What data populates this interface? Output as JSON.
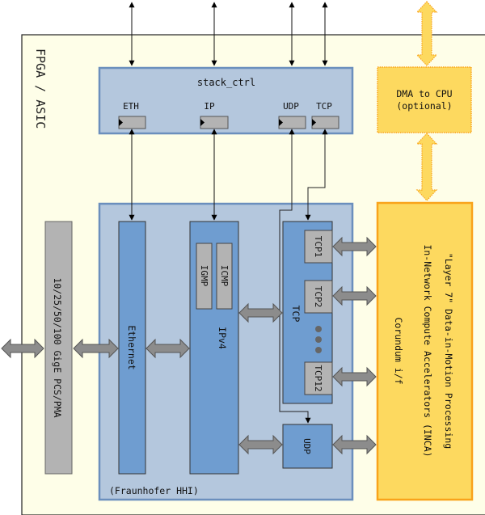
{
  "diagram": {
    "chip_label": "FPGA / ASIC",
    "stack_ctrl": {
      "title": "stack_ctrl",
      "ports": [
        "ETH",
        "IP",
        "UDP",
        "TCP"
      ]
    },
    "dma": {
      "line1": "DMA to CPU",
      "line2": "(optional)"
    },
    "pcs_pma": "10/25/50/100 GigE PCS/PMA",
    "stack": {
      "ethernet": "Ethernet",
      "ipv4": "IPv4",
      "igmp": "IGMP",
      "icmp": "ICMP",
      "tcp": "TCP",
      "tcp_sessions": [
        "TCP1",
        "TCP2",
        "TCP12"
      ],
      "udp": "UDP",
      "credit": "(Fraunhofer HHI)"
    },
    "layer7": {
      "line1": "\"Layer 7\" Data-in-Motion Processing",
      "line2": "In-Network Compute Accelerators (INCA)",
      "line3": "Corundum i/f"
    },
    "colors": {
      "chip_bg": "#fefee8",
      "block_bg": "#b4c7dd",
      "block_border": "#6b8fbd",
      "module_blue": "#6f9dd0",
      "grey": "#b3b3b3",
      "orange_fill": "#fdd95f",
      "orange_border": "#f9a31b"
    }
  }
}
